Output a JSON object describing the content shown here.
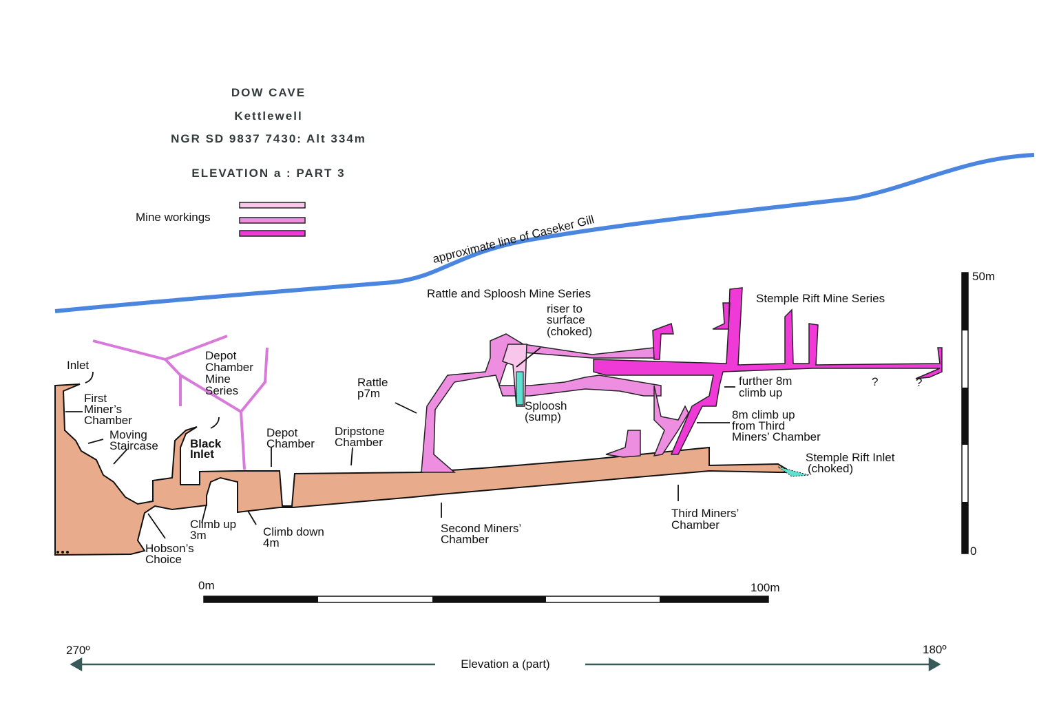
{
  "title": {
    "name": "DOW CAVE",
    "location": "Kettlewell",
    "grid_ref": "NGR SD 9837 7430: Alt 334m",
    "view": "ELEVATION a : PART 3"
  },
  "legend": {
    "label": "Mine workings",
    "swatches": [
      "#f8c6ea",
      "#ee8ee0",
      "#f03ad8"
    ]
  },
  "colors": {
    "cave": "#e8ac8c",
    "gill": "#4a86e0",
    "sump": "#60e0d0",
    "mine_light": "#f8c6ea",
    "mine_mid": "#ee8ee0",
    "mine_bright": "#f03ad8",
    "surface_block": "#8a8a2a"
  },
  "gill_label": "approximate line of Caseker Gill",
  "labels": {
    "inlet": "Inlet",
    "first_miners": [
      "First",
      "Miner’s",
      "Chamber"
    ],
    "moving_staircase": [
      "Moving",
      "Staircase"
    ],
    "depot_mine": [
      "Depot",
      "Chamber",
      "Mine",
      "Series"
    ],
    "black_inlet": [
      "Black",
      "Inlet"
    ],
    "depot_chamber": [
      "Depot",
      "Chamber"
    ],
    "dripstone": [
      "Dripstone",
      "Chamber"
    ],
    "rattle": [
      "Rattle",
      "p7m"
    ],
    "rattle_sploosh": "Rattle and Sploosh Mine Series",
    "riser": [
      "riser to",
      "surface",
      "(choked)"
    ],
    "sploosh": [
      "Sploosh",
      "(sump)"
    ],
    "stemple_series": "Stemple Rift Mine Series",
    "further_climb": [
      "further 8m",
      "climb up"
    ],
    "climb_third": [
      "8m climb up",
      "from Third",
      "Miners’ Chamber"
    ],
    "stemple_inlet": [
      "Stemple Rift Inlet",
      "(choked)"
    ],
    "climb_up": [
      "Climb up",
      "3m"
    ],
    "climb_down": [
      "Climb down",
      "4m"
    ],
    "hobsons": [
      "Hobson’s",
      "Choice"
    ],
    "second_miners": [
      "Second Miners’",
      "Chamber"
    ],
    "third_miners": [
      "Third Miners’",
      "Chamber"
    ],
    "unknown": "?"
  },
  "vertical_scale": {
    "top": "50m",
    "bottom": "0"
  },
  "horizontal_scale": {
    "start": "0m",
    "end": "100m"
  },
  "bearing": {
    "left": "270º",
    "right": "180º",
    "label": "Elevation a (part)"
  }
}
